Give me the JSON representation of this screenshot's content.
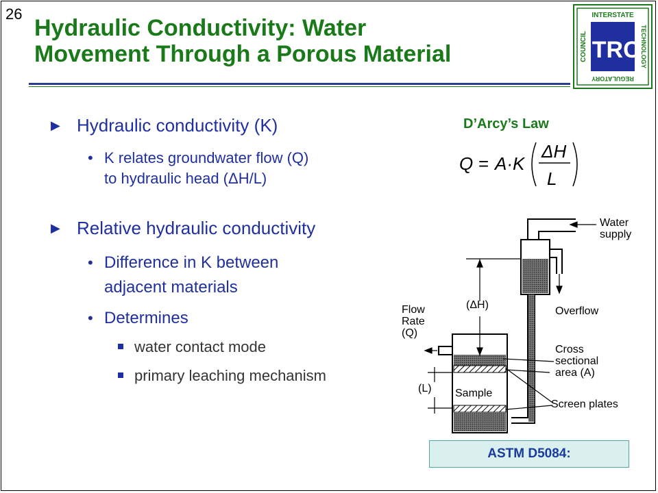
{
  "slide": {
    "number": "26",
    "title_line1": "Hydraulic Conductivity: Water",
    "title_line2": "Movement Through a Porous Material"
  },
  "logo": {
    "top": "INTERSTATE",
    "left": "COUNCIL",
    "right": "TECHNOLOGY",
    "bottom": "REGULATORY",
    "center": "ITRC"
  },
  "bullets": [
    {
      "text": "Hydraulic conductivity (K)",
      "sub": [
        "K relates groundwater flow (Q)",
        "to hydraulic head (ΔH/L)"
      ]
    },
    {
      "text": "Relative hydraulic conductivity",
      "sub": [
        "Difference in K between",
        "adjacent materials"
      ],
      "sub2": "Determines",
      "items": [
        "water contact mode",
        "primary leaching mechanism"
      ]
    }
  ],
  "law": {
    "title": "D’Arcy’s Law",
    "lhs": "Q",
    "eq": "=",
    "rhs": "A·K",
    "num": "ΔH",
    "den": "L"
  },
  "diagram": {
    "water_supply_1": "Water",
    "water_supply_2": "supply",
    "overflow": "Overflow",
    "dh": "(ΔH)",
    "flow_1": "Flow",
    "flow_2": "Rate",
    "flow_3": "(Q)",
    "cross_1": "Cross",
    "cross_2": "sectional",
    "cross_3": "area (A)",
    "length": "(L)",
    "sample": "Sample",
    "screens": "Screen plates"
  },
  "astm": "ASTM D5084:",
  "colors": {
    "title_green": "#1a7a1a",
    "bullet_blue": "#1f2f9f",
    "rule_navy": "#2b3b8f",
    "astm_bg": "#d9f0ef"
  }
}
